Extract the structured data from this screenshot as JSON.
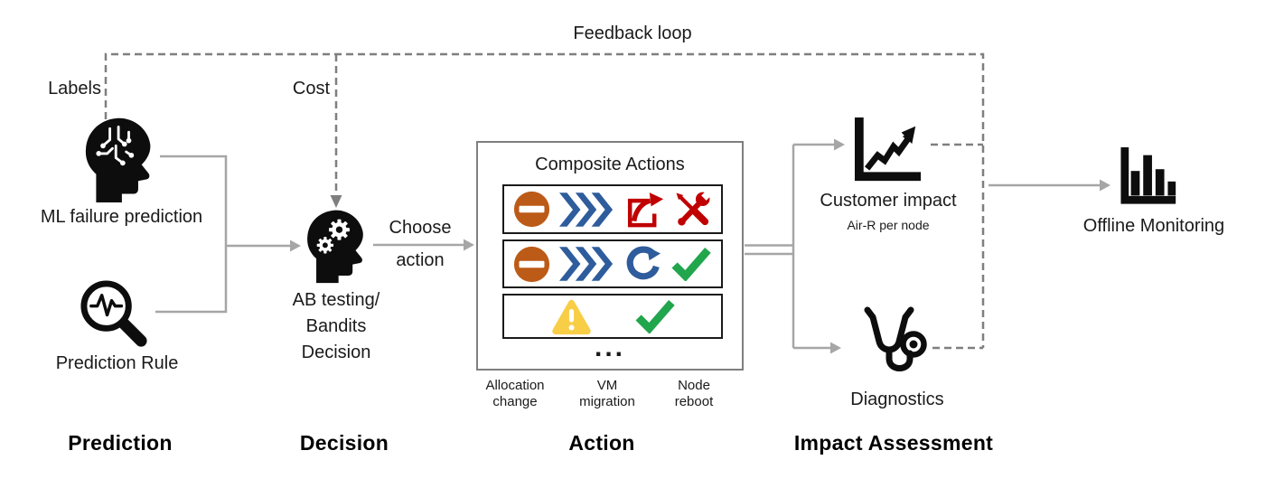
{
  "feedback": {
    "label": "Feedback loop"
  },
  "annotations": {
    "labels": "Labels",
    "cost": "Cost"
  },
  "prediction": {
    "ml_label": "ML failure prediction",
    "rule_label": "Prediction Rule"
  },
  "decision": {
    "line1": "AB testing/",
    "line2": "Bandits",
    "line3": "Decision",
    "choose1": "Choose",
    "choose2": "action"
  },
  "action": {
    "box_title": "Composite Actions",
    "ellipsis": "...",
    "columns": [
      {
        "line1": "Allocation",
        "line2": "change"
      },
      {
        "line1": "VM",
        "line2": "migration"
      },
      {
        "line1": "Node",
        "line2": "reboot"
      }
    ]
  },
  "impact": {
    "customer_label": "Customer impact",
    "customer_metric": "Air-R per node",
    "diagnostics_label": "Diagnostics"
  },
  "monitoring": {
    "label": "Offline Monitoring"
  },
  "stages": [
    {
      "label": "Prediction"
    },
    {
      "label": "Decision"
    },
    {
      "label": "Action"
    },
    {
      "label": "Impact Assessment"
    }
  ],
  "icons": {
    "ml_head": "head-with-circuit-brain",
    "magnifier": "magnifier-with-pulse-wave",
    "decision_head": "head-with-gears",
    "no_entry": "block-allocation-sign",
    "chevrons": "fast-forward-chevrons",
    "share": "move-out-arrow-square",
    "tools": "crossed-repair-tools",
    "refresh": "reboot-circular-arrow",
    "check": "success-check-mark",
    "warning": "warning-triangle",
    "customer_chart": "rising-trend-line-chart",
    "stethoscope": "stethoscope",
    "bar_chart": "bar-chart"
  },
  "colors": {
    "connector_gray": "#a6a6a6",
    "dashed_gray": "#7f7f7f",
    "box_border_gray": "#7f7f7f",
    "icon_black": "#0d0d0d",
    "no_entry_orange": "#bc5a17",
    "chevron_blue": "#2e5c9c",
    "action_red": "#c00000",
    "check_green": "#21a64d",
    "warning_yellow": "#f8ce46"
  }
}
